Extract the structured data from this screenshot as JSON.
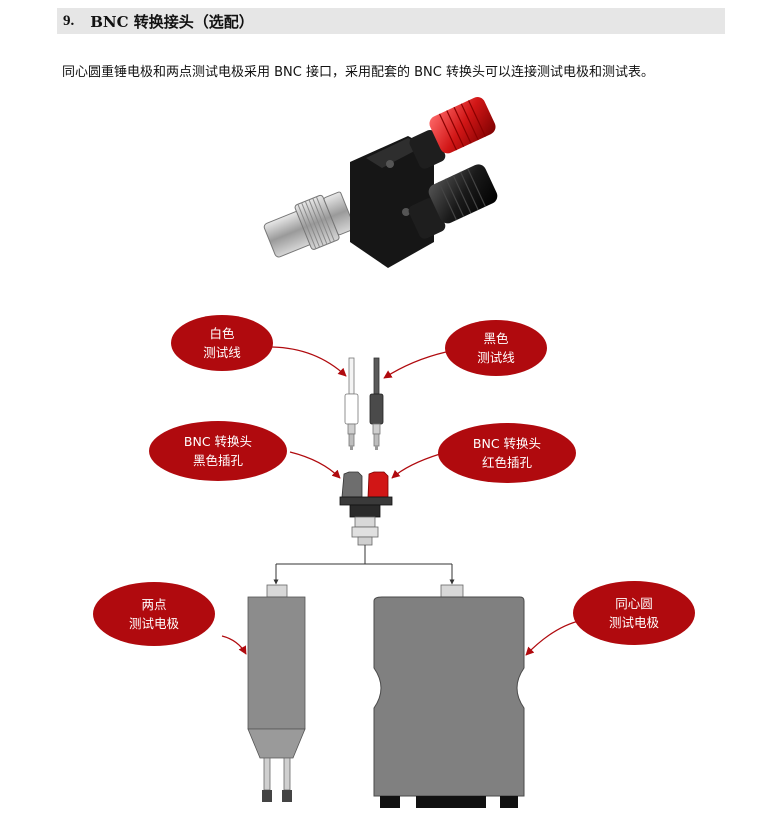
{
  "section": {
    "number": "9.",
    "title": "BNC 转换接头（选配）"
  },
  "paragraph": "同心圆重锤电极和两点测试电极采用 BNC 接口，采用配套的 BNC 转换头可以连接测试电极和测试表。",
  "diagram": {
    "labels": {
      "white_lead": [
        "白色",
        "测试线"
      ],
      "black_lead": [
        "黑色",
        "测试线"
      ],
      "bnc_black": [
        "BNC 转换头",
        "黑色插孔"
      ],
      "bnc_red": [
        "BNC 转换头",
        "红色插孔"
      ],
      "two_point": [
        "两点",
        "测试电极"
      ],
      "concentric": [
        "同心圆",
        "测试电极"
      ]
    }
  },
  "colors": {
    "bubble": "#b00a0e",
    "header_bg": "#e6e6e6",
    "red_socket": "#d11616",
    "electrode_gray": "#8c8c8c"
  }
}
